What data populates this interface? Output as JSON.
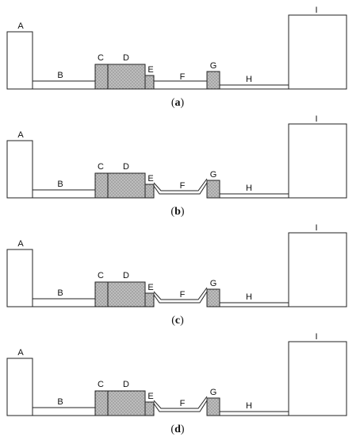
{
  "figure": {
    "labels": {
      "A": "A",
      "B": "B",
      "C": "C",
      "D": "D",
      "E": "E",
      "F": "F",
      "G": "G",
      "H": "H",
      "I": "I"
    },
    "panels": [
      {
        "id": "a",
        "caption_open": "(",
        "caption_letter": "a",
        "caption_close": ")",
        "f_segment": "straight"
      },
      {
        "id": "b",
        "caption_open": "(",
        "caption_letter": "b",
        "caption_close": ")",
        "f_segment": "dip"
      },
      {
        "id": "c",
        "caption_open": "(",
        "caption_letter": "c",
        "caption_close": ")",
        "f_segment": "dip"
      },
      {
        "id": "d",
        "caption_open": "(",
        "caption_letter": "d",
        "caption_close": ")",
        "f_segment": "dip"
      }
    ],
    "colors": {
      "stroke": "#222222",
      "hatch_fill": "#bdbdbd",
      "hatch_dot": "#8a8a8a",
      "background": "#ffffff"
    }
  }
}
